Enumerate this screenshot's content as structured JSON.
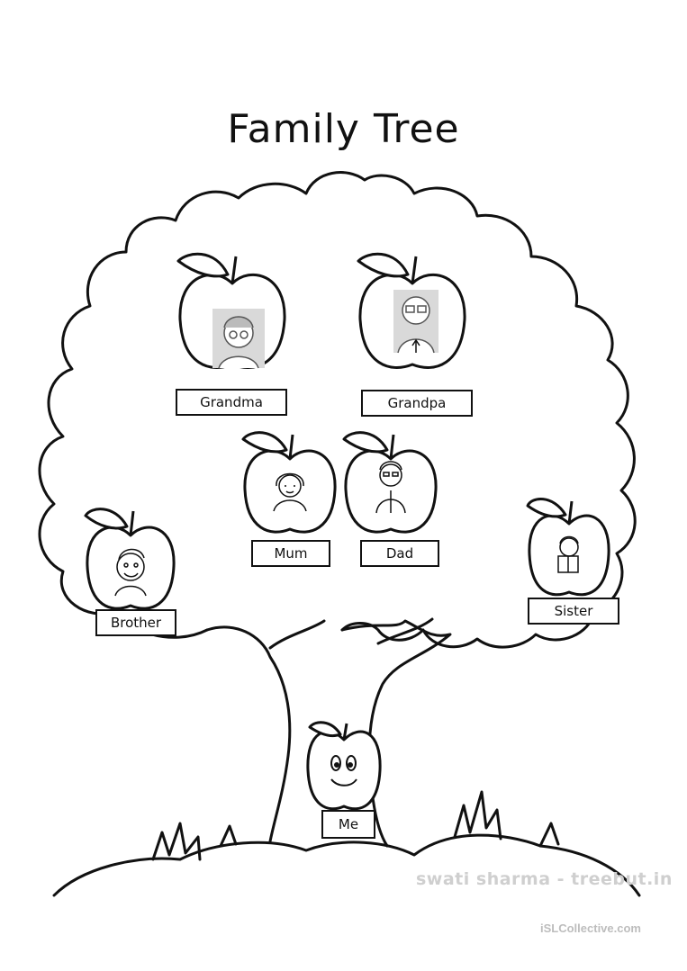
{
  "title": "Family Tree",
  "members": {
    "grandma": "Grandma",
    "grandpa": "Grandpa",
    "mum": "Mum",
    "dad": "Dad",
    "brother": "Brother",
    "sister": "Sister",
    "me": "Me"
  },
  "watermark": "swati sharma - treebut.in",
  "site": "iSLCollective.com"
}
